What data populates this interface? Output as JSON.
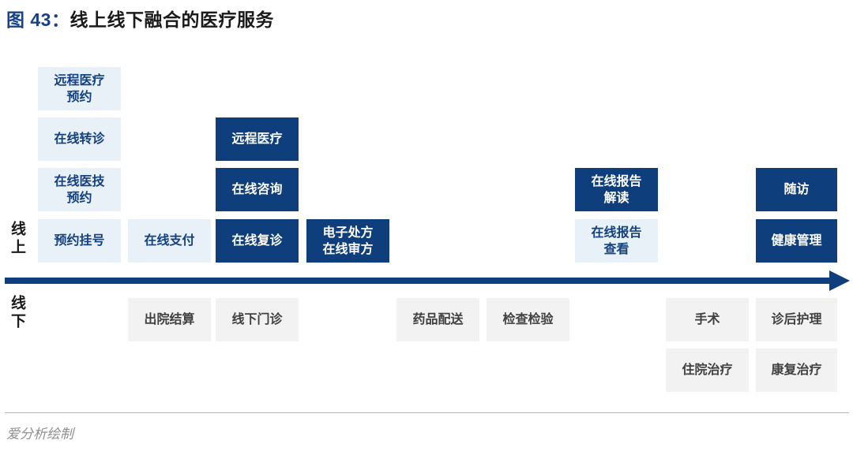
{
  "title": {
    "figure_label": "图 43：",
    "text": "线上线下融合的医疗服务"
  },
  "axis": {
    "online_label": "线上",
    "offline_label": "线下"
  },
  "colors": {
    "dark_navy": "#0e3e7c",
    "light_blue_bg": "#e8f1f8",
    "navy_text": "#134080",
    "gray_box_bg": "#f2f2f2",
    "gray_box_text": "#404040",
    "title_blue": "#17418c",
    "footer_gray": "#8f8f8f"
  },
  "boxes": [
    {
      "label": "远程医疗\n预约",
      "zone": "online",
      "tone": "light"
    },
    {
      "label": "在线转诊",
      "zone": "online",
      "tone": "light"
    },
    {
      "label": "在线医技\n预约",
      "zone": "online",
      "tone": "light"
    },
    {
      "label": "预约挂号",
      "zone": "online",
      "tone": "light"
    },
    {
      "label": "在线支付",
      "zone": "online",
      "tone": "light"
    },
    {
      "label": "远程医疗",
      "zone": "online",
      "tone": "dark"
    },
    {
      "label": "在线咨询",
      "zone": "online",
      "tone": "dark"
    },
    {
      "label": "在线复诊",
      "zone": "online",
      "tone": "dark"
    },
    {
      "label": "电子处方\n在线审方",
      "zone": "online",
      "tone": "dark"
    },
    {
      "label": "在线报告\n解读",
      "zone": "online",
      "tone": "dark"
    },
    {
      "label": "在线报告\n查看",
      "zone": "online",
      "tone": "light"
    },
    {
      "label": "随访",
      "zone": "online",
      "tone": "dark"
    },
    {
      "label": "健康管理",
      "zone": "online",
      "tone": "dark"
    },
    {
      "label": "出院结算",
      "zone": "offline",
      "tone": "gray"
    },
    {
      "label": "线下门诊",
      "zone": "offline",
      "tone": "gray"
    },
    {
      "label": "药品配送",
      "zone": "offline",
      "tone": "gray"
    },
    {
      "label": "检查检验",
      "zone": "offline",
      "tone": "gray"
    },
    {
      "label": "手术",
      "zone": "offline",
      "tone": "gray"
    },
    {
      "label": "诊后护理",
      "zone": "offline",
      "tone": "gray"
    },
    {
      "label": "住院治疗",
      "zone": "offline",
      "tone": "gray"
    },
    {
      "label": "康复治疗",
      "zone": "offline",
      "tone": "gray"
    }
  ],
  "footer": {
    "credit": "爱分析绘制"
  }
}
